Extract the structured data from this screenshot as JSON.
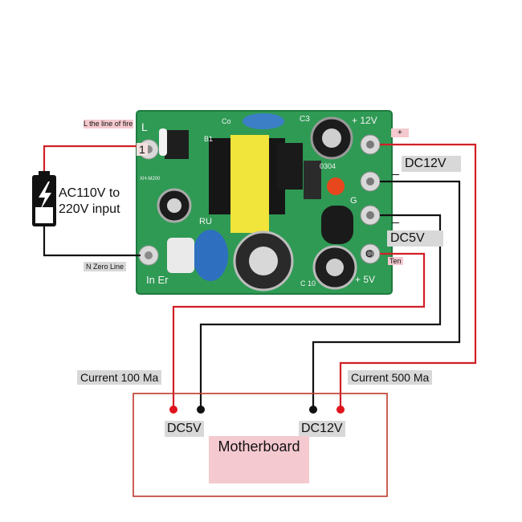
{
  "pcb": {
    "left_labels": [
      "L",
      "1",
      "In Er"
    ],
    "top_labels": [
      "Co",
      "C3",
      "+ 12V"
    ],
    "component_labels": [
      "B1",
      "0304",
      "G",
      "RU",
      "C 10",
      "+ 5V",
      "C",
      "XH-M200"
    ]
  },
  "annotations": {
    "live_label": "L the line of fire",
    "neutral_label": "N Zero Line",
    "ac_input": "AC110V to 220V input",
    "plus_label": "+",
    "dc12_label": "DC12V",
    "dc12_minus": "_",
    "dc5_minus": "_",
    "dc5_label": "DC5V",
    "ten_label": "Ten",
    "current_left": "Current 100 Ma",
    "current_right": "Current 500 Ma"
  },
  "motherboard": {
    "title": "Motherboard",
    "left_port": "DC5V",
    "right_port": "DC12V"
  },
  "colors": {
    "pcb_green": "#2f9a54",
    "wire_red": "#d11f26",
    "wire_black": "#111111",
    "transformer_yellow": "#f1e43a",
    "label_gray": "#d8d8d8",
    "label_pink": "#f4c9cf",
    "frame_red": "#c0392b"
  },
  "icons": {
    "battery": "battery-lightning-icon"
  }
}
